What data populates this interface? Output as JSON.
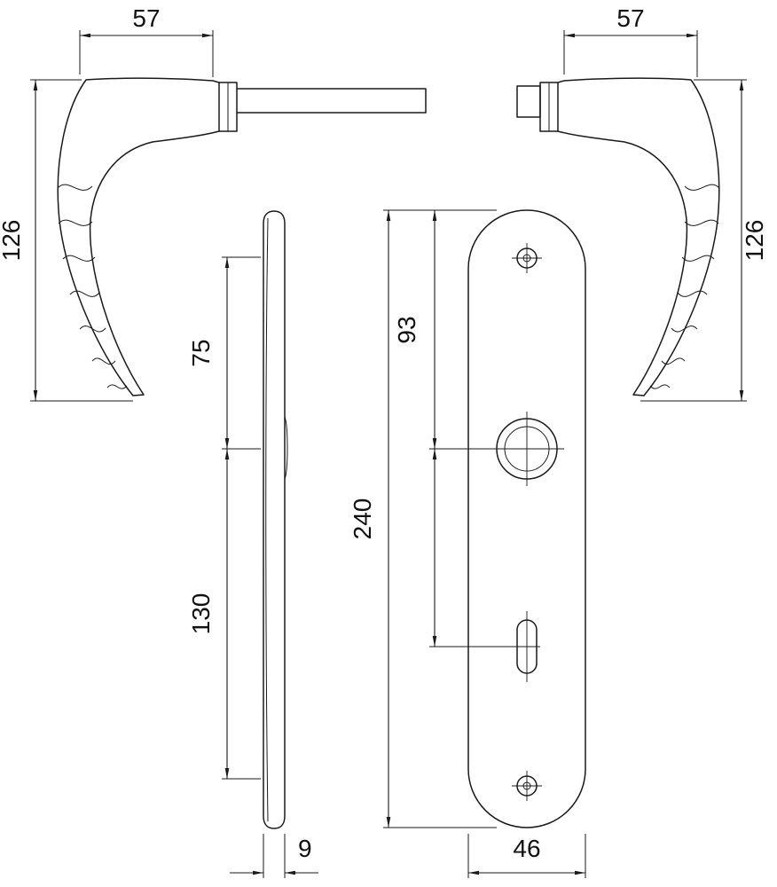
{
  "colors": {
    "background": "#ffffff",
    "line": "#1a1a1a",
    "text": "#111111"
  },
  "dimensions": {
    "handle_left": {
      "width": "57",
      "height": "126"
    },
    "handle_right": {
      "width": "57",
      "height": "126"
    },
    "plate_side": {
      "upper_span": "75",
      "lower_span": "130",
      "thickness": "9"
    },
    "plate_front": {
      "height": "240",
      "top_to_handle": "93",
      "width": "46"
    }
  }
}
